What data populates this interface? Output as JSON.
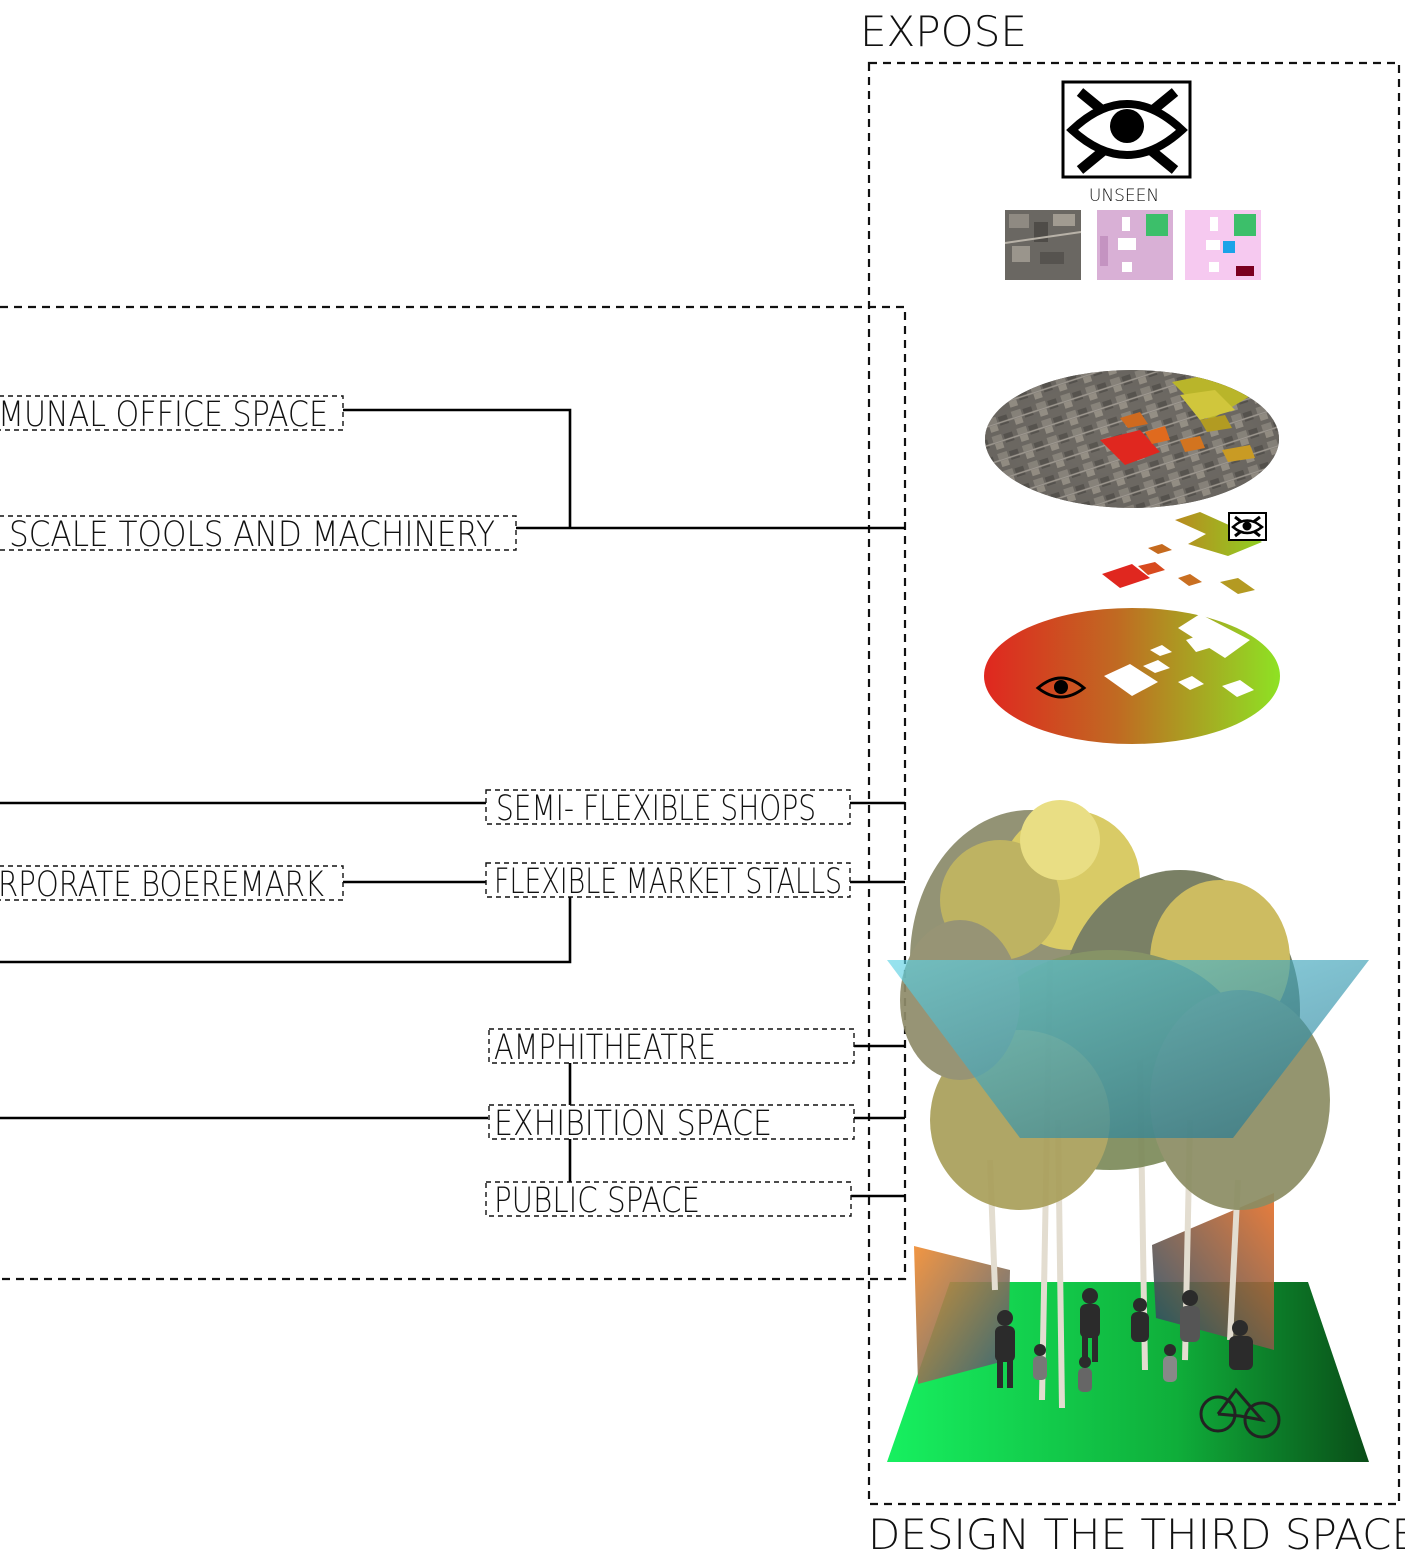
{
  "titles": {
    "top": "EXPOSE",
    "bottom": "DESIGN THE THIRD SPACE",
    "unseen": "UNSEEN"
  },
  "labels": {
    "communal_office": "MUNAL OFFICE SPACE",
    "tools_machinery": "SCALE TOOLS AND MACHINERY",
    "semi_flexible_shops": "SEMI- FLEXIBLE SHOPS",
    "corporate_boeremark": "RPORATE BOEREMARK",
    "flexible_market_stalls": "FLEXIBLE MARKET STALLS",
    "amphitheatre": "AMPHITHEATRE",
    "exhibition_space": "EXHIBITION SPACE",
    "public_space": "PUBLIC SPACE"
  },
  "icons": {
    "main": "unseen-eye-icon",
    "small": "unseen-eye-small-icon",
    "open": "eye-icon"
  },
  "colors": {
    "line": "#111111",
    "heat_red": "#e0271f",
    "heat_green": "#8ee223",
    "plane_teal": "#3aa5b8",
    "plane_green": "#17e35c",
    "panel_orange": "#e8782a",
    "pink_map": "#f6c9f0",
    "purple_map": "#d9b0d6"
  }
}
